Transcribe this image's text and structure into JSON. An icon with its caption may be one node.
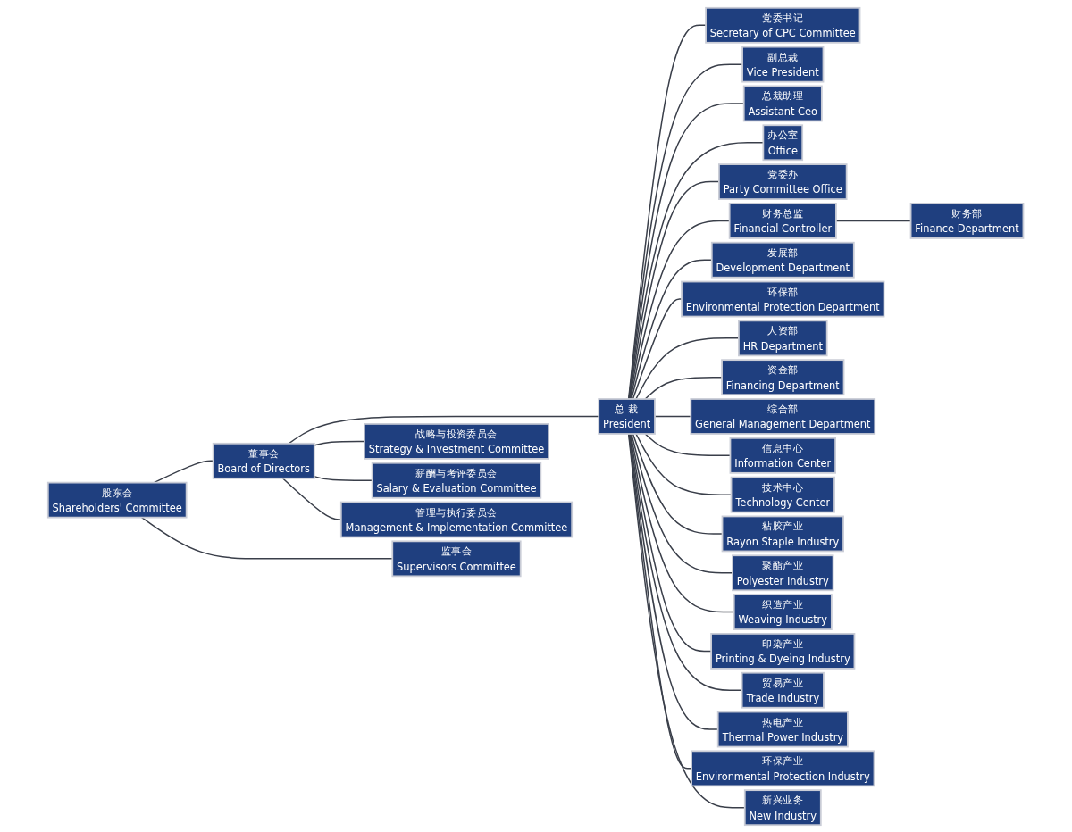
{
  "diagram": {
    "nodes": [
      {
        "text": [
          "股东会",
          "Shareholders' Committee"
        ]
      },
      {
        "text": [
          "董事会",
          "Board of Directors"
        ]
      },
      {
        "text": [
          "监事会",
          "Supervisors Committee"
        ]
      },
      {
        "text": [
          "总 裁",
          "President"
        ]
      },
      {
        "text": [
          "战略与投资委员会",
          "Strategy & Investment Committee"
        ]
      },
      {
        "text": [
          "薪酬与考评委员会",
          "Salary & Evaluation Committee"
        ]
      },
      {
        "text": [
          "管理与执行委员会",
          "Management & Implementation Committee"
        ]
      },
      {
        "text": [
          "党委书记",
          "Secretary of CPC Committee"
        ]
      },
      {
        "text": [
          "副总裁",
          "Vice President"
        ]
      },
      {
        "text": [
          "总裁助理",
          "Assistant Ceo"
        ]
      },
      {
        "text": [
          "财务总监",
          "Financial Controller"
        ]
      },
      {
        "text": [
          "办公室",
          "Office"
        ]
      },
      {
        "text": [
          "党委办",
          "Party Committee Office"
        ]
      },
      {
        "text": [
          "财务部",
          "Finance Department"
        ]
      },
      {
        "text": [
          "发展部",
          "Development Department"
        ]
      },
      {
        "text": [
          "环保部",
          "Environmental Protection Department"
        ]
      },
      {
        "text": [
          "人资部",
          "HR Department"
        ]
      },
      {
        "text": [
          "资金部",
          "Financing Department"
        ]
      },
      {
        "text": [
          "综合部",
          "General Management Department"
        ]
      },
      {
        "text": [
          "信息中心",
          "Information Center"
        ]
      },
      {
        "text": [
          "技术中心",
          "Technology Center"
        ]
      },
      {
        "text": [
          "粘胶产业",
          "Rayon Staple Industry"
        ]
      },
      {
        "text": [
          "聚酯产业",
          "Polyester Industry"
        ]
      },
      {
        "text": [
          "织造产业",
          "Weaving Industry"
        ]
      },
      {
        "text": [
          "印染产业",
          "Printing & Dyeing Industry"
        ]
      },
      {
        "text": [
          "贸易产业",
          "Trade Industry"
        ]
      },
      {
        "text": [
          "热电产业",
          "Thermal Power Industry"
        ]
      },
      {
        "text": [
          "环保产业",
          "Environmental Protection Industry"
        ]
      },
      {
        "text": [
          "新兴业务",
          "New Industry"
        ]
      }
    ],
    "edges": [
      {
        "from": 0,
        "to": 1,
        "arrow": "none"
      },
      {
        "from": 0,
        "to": 2,
        "arrow": "none"
      },
      {
        "from": 1,
        "to": 3,
        "arrow": "none"
      },
      {
        "from": 1,
        "to": 4,
        "arrow": "none"
      },
      {
        "from": 1,
        "to": 5,
        "arrow": "none"
      },
      {
        "from": 1,
        "to": 6,
        "arrow": "none"
      },
      {
        "from": 3,
        "to": 7,
        "arrow": "none"
      },
      {
        "from": 3,
        "to": 8,
        "arrow": "none"
      },
      {
        "from": 3,
        "to": 9,
        "arrow": "none"
      },
      {
        "from": 3,
        "to": 11,
        "arrow": "none"
      },
      {
        "from": 3,
        "to": 12,
        "arrow": "none"
      },
      {
        "from": 3,
        "to": 10,
        "arrow": "none"
      },
      {
        "from": 10,
        "to": 13,
        "arrow": "none"
      },
      {
        "from": 3,
        "to": 14,
        "arrow": "none"
      },
      {
        "from": 3,
        "to": 15,
        "arrow": "none"
      },
      {
        "from": 3,
        "to": 16,
        "arrow": "none"
      },
      {
        "from": 3,
        "to": 17,
        "arrow": "none"
      },
      {
        "from": 3,
        "to": 18,
        "arrow": "none"
      },
      {
        "from": 3,
        "to": 19,
        "arrow": "none"
      },
      {
        "from": 3,
        "to": 20,
        "arrow": "none"
      },
      {
        "from": 3,
        "to": 21,
        "arrow": "none"
      },
      {
        "from": 3,
        "to": 22,
        "arrow": "none"
      },
      {
        "from": 3,
        "to": 23,
        "arrow": "none"
      },
      {
        "from": 3,
        "to": 24,
        "arrow": "none"
      },
      {
        "from": 3,
        "to": 25,
        "arrow": "none"
      },
      {
        "from": 3,
        "to": 26,
        "arrow": "none"
      },
      {
        "from": 3,
        "to": 27,
        "arrow": "none"
      },
      {
        "from": 3,
        "to": 28,
        "arrow": "none"
      }
    ]
  }
}
